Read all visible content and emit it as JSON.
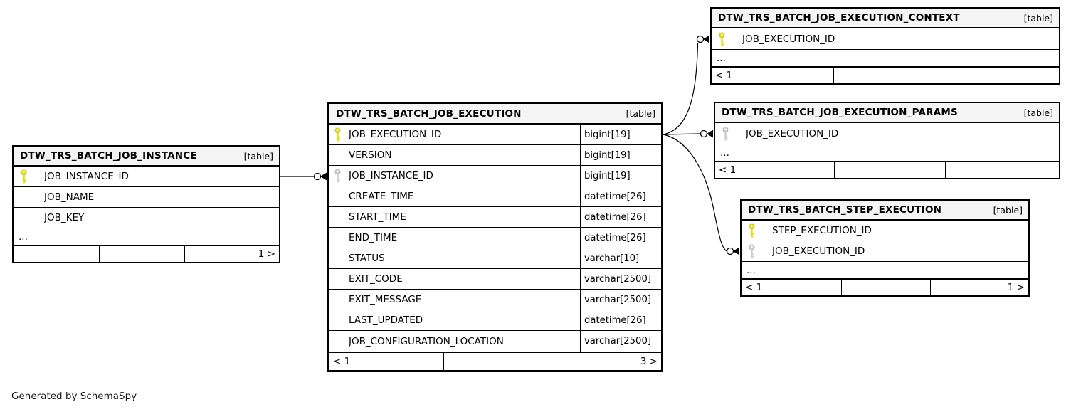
{
  "note": {
    "generated_by": "Generated by SchemaSpy"
  },
  "colors": {
    "header_bg": "#f5f5f5",
    "pk_key": "#e4df00",
    "fk_key": "#cccccc",
    "border": "#000000"
  },
  "tables": [
    {
      "name": "DTW_TRS_BATCH_JOB_INSTANCE",
      "tag": "[table]",
      "columns": [
        {
          "label": "JOB_INSTANCE_ID",
          "key": "pk"
        },
        {
          "label": "JOB_NAME"
        },
        {
          "label": "JOB_KEY"
        }
      ],
      "ellipsis": "...",
      "footer": {
        "left": "",
        "mid": "",
        "right": "1 >"
      }
    },
    {
      "name": "DTW_TRS_BATCH_JOB_EXECUTION",
      "tag": "[table]",
      "columns": [
        {
          "label": "JOB_EXECUTION_ID",
          "type": "bigint[19]",
          "key": "pk"
        },
        {
          "label": "VERSION",
          "type": "bigint[19]"
        },
        {
          "label": "JOB_INSTANCE_ID",
          "type": "bigint[19]",
          "key": "fk"
        },
        {
          "label": "CREATE_TIME",
          "type": "datetime[26]"
        },
        {
          "label": "START_TIME",
          "type": "datetime[26]"
        },
        {
          "label": "END_TIME",
          "type": "datetime[26]"
        },
        {
          "label": "STATUS",
          "type": "varchar[10]"
        },
        {
          "label": "EXIT_CODE",
          "type": "varchar[2500]"
        },
        {
          "label": "EXIT_MESSAGE",
          "type": "varchar[2500]"
        },
        {
          "label": "LAST_UPDATED",
          "type": "datetime[26]"
        },
        {
          "label": "JOB_CONFIGURATION_LOCATION",
          "type": "varchar[2500]"
        }
      ],
      "footer": {
        "left": "< 1",
        "mid": "",
        "right": "3 >"
      }
    },
    {
      "name": "DTW_TRS_BATCH_JOB_EXECUTION_CONTEXT",
      "tag": "[table]",
      "columns": [
        {
          "label": "JOB_EXECUTION_ID",
          "key": "pk"
        }
      ],
      "ellipsis": "...",
      "footer": {
        "left": "< 1",
        "mid": "",
        "right": ""
      }
    },
    {
      "name": "DTW_TRS_BATCH_JOB_EXECUTION_PARAMS",
      "tag": "[table]",
      "columns": [
        {
          "label": "JOB_EXECUTION_ID",
          "key": "fk"
        }
      ],
      "ellipsis": "...",
      "footer": {
        "left": "< 1",
        "mid": "",
        "right": ""
      }
    },
    {
      "name": "DTW_TRS_BATCH_STEP_EXECUTION",
      "tag": "[table]",
      "columns": [
        {
          "label": "STEP_EXECUTION_ID",
          "key": "pk"
        },
        {
          "label": "JOB_EXECUTION_ID",
          "key": "fk"
        }
      ],
      "ellipsis": "...",
      "footer": {
        "left": "< 1",
        "mid": "",
        "right": "1 >"
      }
    }
  ],
  "relationships": [
    {
      "from": "DTW_TRS_BATCH_JOB_INSTANCE.JOB_INSTANCE_ID",
      "to": "DTW_TRS_BATCH_JOB_EXECUTION.JOB_INSTANCE_ID"
    },
    {
      "from": "DTW_TRS_BATCH_JOB_EXECUTION.JOB_EXECUTION_ID",
      "to": "DTW_TRS_BATCH_JOB_EXECUTION_CONTEXT.JOB_EXECUTION_ID"
    },
    {
      "from": "DTW_TRS_BATCH_JOB_EXECUTION.JOB_EXECUTION_ID",
      "to": "DTW_TRS_BATCH_JOB_EXECUTION_PARAMS.JOB_EXECUTION_ID"
    },
    {
      "from": "DTW_TRS_BATCH_JOB_EXECUTION.JOB_EXECUTION_ID",
      "to": "DTW_TRS_BATCH_STEP_EXECUTION.JOB_EXECUTION_ID"
    }
  ]
}
